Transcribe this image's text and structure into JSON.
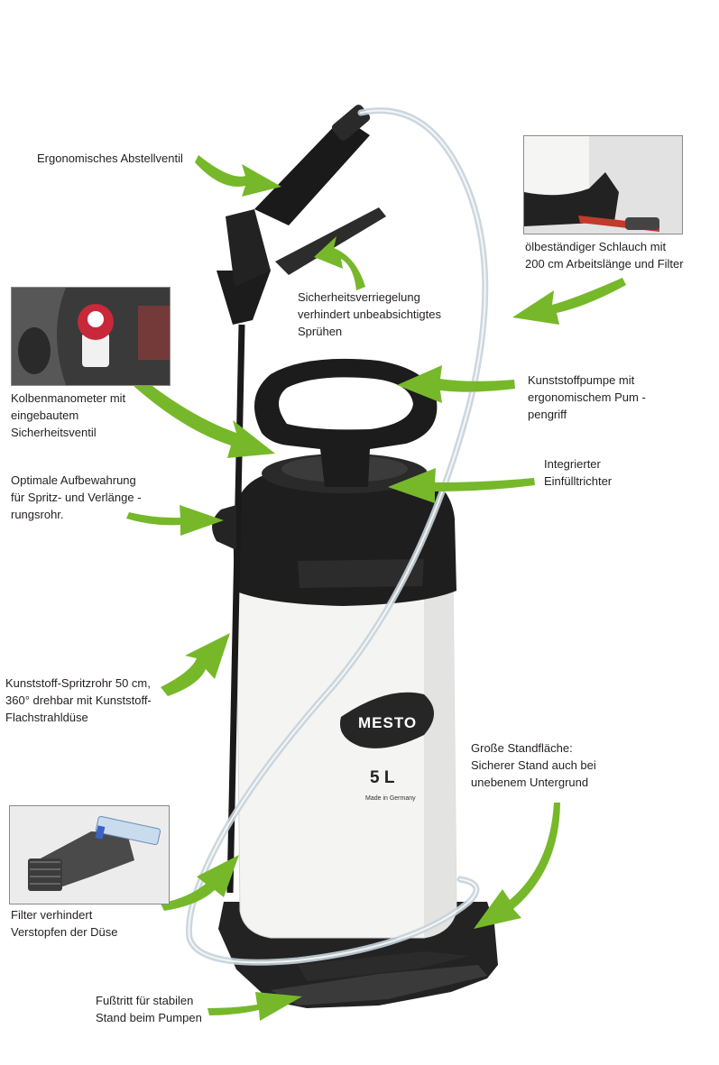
{
  "colors": {
    "arrow": "#76b82a",
    "body": "#f3f3f1",
    "plastic": "#1f1f1f",
    "hose": "#d9e4ea"
  },
  "product": {
    "brand": "MESTO",
    "volume": "5 L",
    "origin": "Made in Germany"
  },
  "labels": {
    "valve": [
      "Ergonomisches Abstellventil"
    ],
    "lock": [
      "Sicherheitsverriegelung",
      "verhindert unbeabsichtigtes",
      "Sprühen"
    ],
    "hose": [
      "ölbeständiger Schlauch mit",
      "200 cm Arbeitslänge und Filter"
    ],
    "manometer": [
      "Kolbenmanometer mit",
      "eingebautem",
      "Sicherheitsventil"
    ],
    "pump": [
      "Kunststoffpumpe mit",
      "ergonomischem Pum -",
      "pengriff"
    ],
    "funnel": [
      "Integrierter",
      "Einfülltrichter"
    ],
    "storage": [
      "Optimale Aufbewahrung",
      "für Spritz- und Verlänge -",
      "rungsrohr."
    ],
    "lance": [
      "Kunststoff-Spritzrohr 50 cm,",
      "360° drehbar mit Kunststoff-",
      "Flachstrahldüse"
    ],
    "base": [
      "Große Standfläche:",
      "Sicherer Stand auch bei",
      "unebenem Untergrund"
    ],
    "filter": [
      "Filter verhindert",
      "Verstopfen der Düse"
    ],
    "foot": [
      "Fußtritt für stabilen",
      "Stand beim Pumpen"
    ]
  }
}
